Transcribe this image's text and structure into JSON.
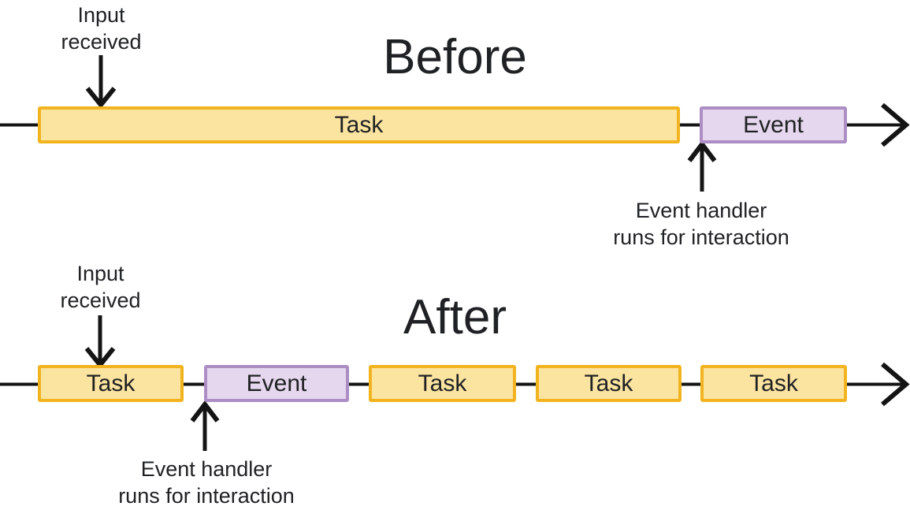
{
  "diagram": {
    "before": {
      "title": "Before",
      "boxes": [
        {
          "type": "task",
          "label": "Task"
        },
        {
          "type": "event",
          "label": "Event"
        }
      ],
      "annotations": {
        "input": "Input\nreceived",
        "handler": "Event handler\nruns for interaction"
      }
    },
    "after": {
      "title": "After",
      "boxes": [
        {
          "type": "task",
          "label": "Task"
        },
        {
          "type": "event",
          "label": "Event"
        },
        {
          "type": "task",
          "label": "Task"
        },
        {
          "type": "task",
          "label": "Task"
        },
        {
          "type": "task",
          "label": "Task"
        }
      ],
      "annotations": {
        "input": "Input\nreceived",
        "handler": "Event handler\nruns for interaction"
      }
    },
    "colors": {
      "task_fill": "#FBE3A0",
      "task_border": "#F1B41F",
      "event_fill": "#E5D7ED",
      "event_border": "#AC8DC4",
      "line": "#141414",
      "text": "#202124"
    }
  }
}
